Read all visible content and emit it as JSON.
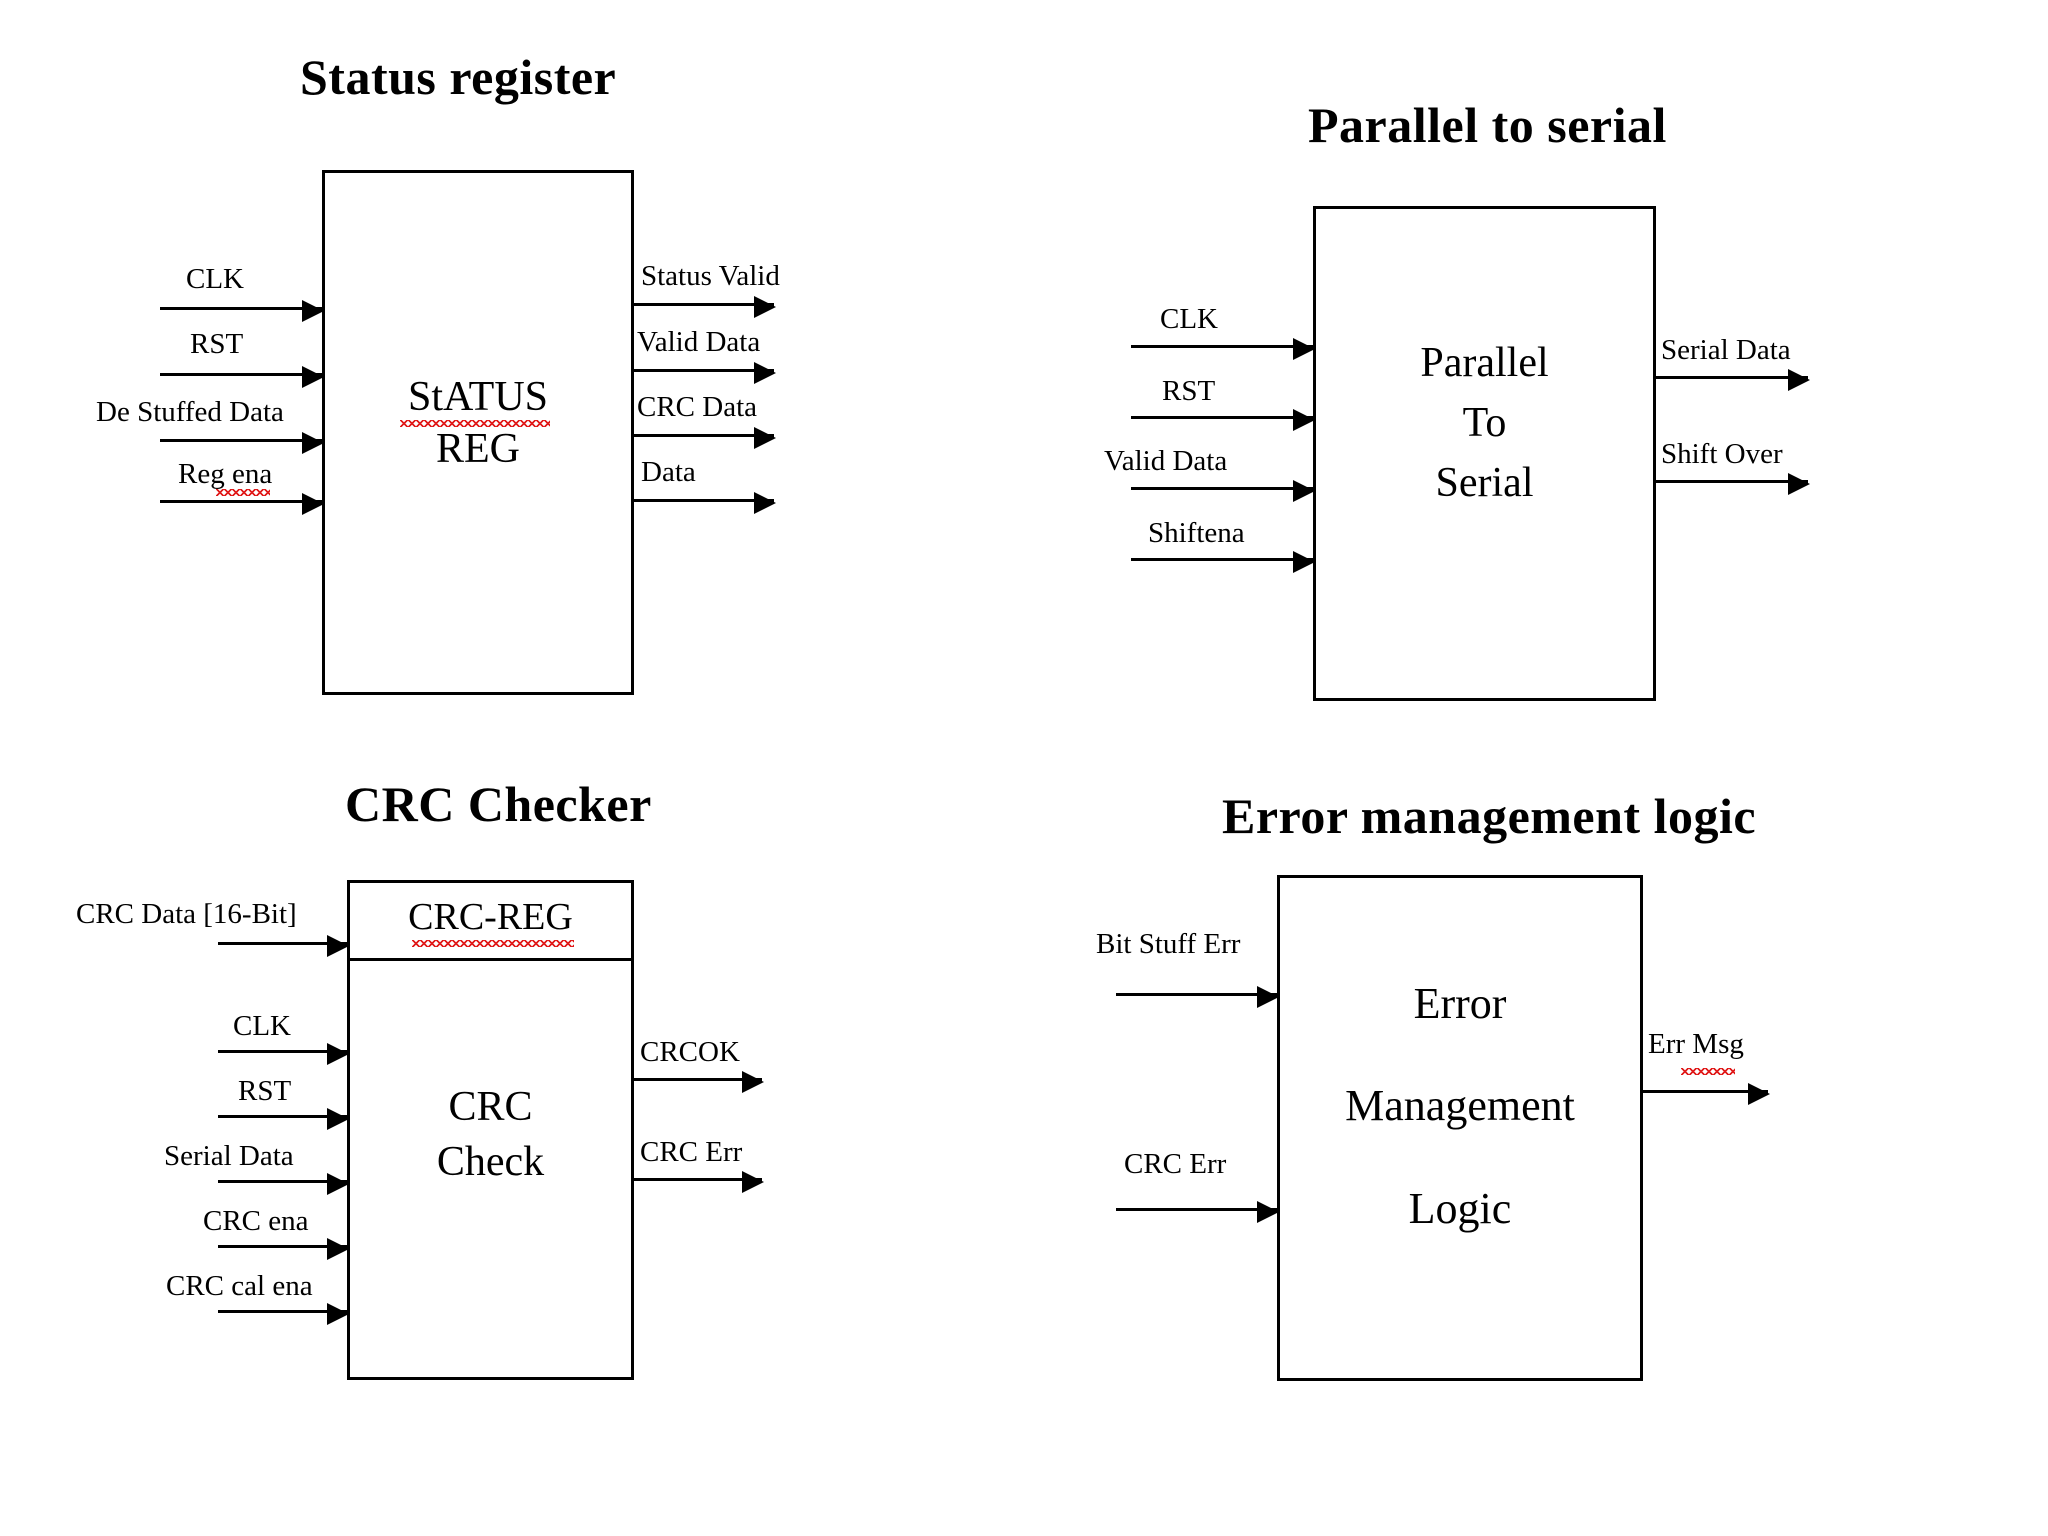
{
  "diagram": {
    "title_status": "Status register",
    "title_parallel": "Parallel to serial",
    "title_crc": "CRC Checker",
    "title_error": "Error management logic"
  },
  "status_register": {
    "body_line1": "StATUS",
    "body_line2": "REG",
    "inputs": [
      {
        "label": "CLK"
      },
      {
        "label": "RST"
      },
      {
        "label": "De Stuffed Data"
      },
      {
        "label": "Reg ena"
      }
    ],
    "outputs": [
      {
        "label": "Status Valid"
      },
      {
        "label": "Valid Data"
      },
      {
        "label": "CRC Data"
      },
      {
        "label": "Data"
      }
    ]
  },
  "parallel_to_serial": {
    "body_line1": "Parallel",
    "body_line2": "To",
    "body_line3": "Serial",
    "inputs": [
      {
        "label": "CLK"
      },
      {
        "label": "RST"
      },
      {
        "label": "Valid Data"
      },
      {
        "label": "Shiftena"
      }
    ],
    "outputs": [
      {
        "label": "Serial Data"
      },
      {
        "label": "Shift Over"
      }
    ]
  },
  "crc_checker": {
    "header_label": "CRC-REG",
    "body_line1": "CRC",
    "body_line2": "Check",
    "inputs": [
      {
        "label": "CRC Data [16-Bit]"
      },
      {
        "label": "CLK"
      },
      {
        "label": "RST"
      },
      {
        "label": "Serial Data"
      },
      {
        "label": "CRC ena"
      },
      {
        "label": "CRC cal ena"
      }
    ],
    "outputs": [
      {
        "label": "CRCOK"
      },
      {
        "label": "CRC Err"
      }
    ]
  },
  "error_management": {
    "body_line1": "Error",
    "body_line2": "Management",
    "body_line3": "Logic",
    "inputs": [
      {
        "label": "Bit Stuff Err"
      },
      {
        "label": "CRC Err"
      }
    ],
    "outputs": [
      {
        "label": "Err Msg"
      }
    ]
  },
  "colors": {
    "ink": "#000000",
    "paper": "#ffffff",
    "spellcheck": "#e01b1b"
  }
}
